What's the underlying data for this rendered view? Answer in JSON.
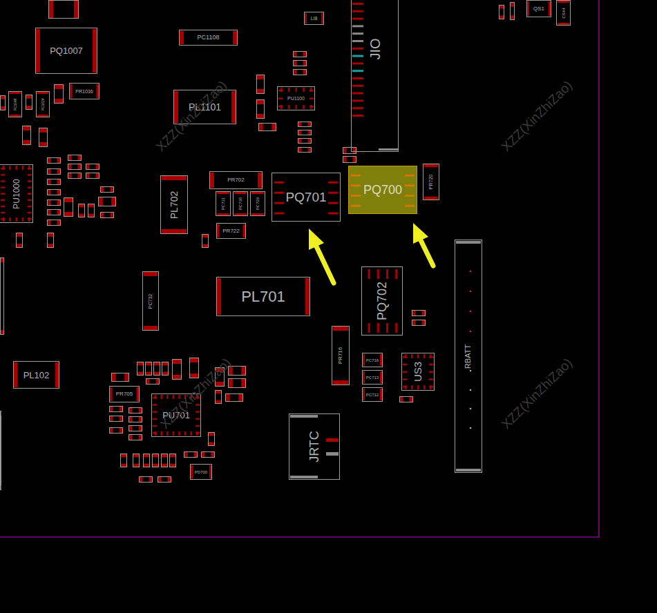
{
  "diagram": {
    "nodes": [
      {
        "text": [
          "JIO"
        ]
      },
      {
        "text": [
          "QS1"
        ]
      },
      {
        "text": [
          "CS44"
        ]
      },
      {
        "text": [
          "LI8"
        ]
      },
      {
        "text": [
          "PQ1007"
        ]
      },
      {
        "text": [
          "PC1108"
        ]
      },
      {
        "text": [
          "PR1036"
        ]
      },
      {
        "text": [
          "PU1100"
        ]
      },
      {
        "text": [
          "PL1101"
        ]
      },
      {
        "text": [
          "PC1049"
        ]
      },
      {
        "text": [
          "PC1024"
        ]
      },
      {
        "text": [
          "PU1000"
        ]
      },
      {
        "text": [
          "PQ700"
        ]
      },
      {
        "text": [
          "PR720"
        ]
      },
      {
        "text": [
          "PR702"
        ]
      },
      {
        "text": [
          "PQ701"
        ]
      },
      {
        "text": [
          "PL702"
        ]
      },
      {
        "text": [
          "PC731"
        ]
      },
      {
        "text": [
          "PC730"
        ]
      },
      {
        "text": [
          "PC729"
        ]
      },
      {
        "text": [
          "PR722"
        ]
      },
      {
        "text": [
          "RBATT"
        ]
      },
      {
        "text": [
          "PQ702"
        ]
      },
      {
        "text": [
          "PC732"
        ]
      },
      {
        "text": [
          "PL701"
        ]
      },
      {
        "text": [
          "PR716"
        ]
      },
      {
        "text": [
          "PC716"
        ]
      },
      {
        "text": [
          "US3"
        ]
      },
      {
        "text": [
          "PC713"
        ]
      },
      {
        "text": [
          "PL102"
        ]
      },
      {
        "text": [
          "PR705"
        ]
      },
      {
        "text": [
          "PC712"
        ]
      },
      {
        "text": [
          "PU701"
        ]
      },
      {
        "text": [
          "JRTC"
        ]
      },
      {
        "text": [
          "PD700"
        ]
      }
    ],
    "labels": [
      "XZZ(XinZhiZao)",
      "XZZ(XinZhiZao)",
      "XZZ(XinZhiZao)",
      "XZZ(XinZhiZao)"
    ]
  }
}
